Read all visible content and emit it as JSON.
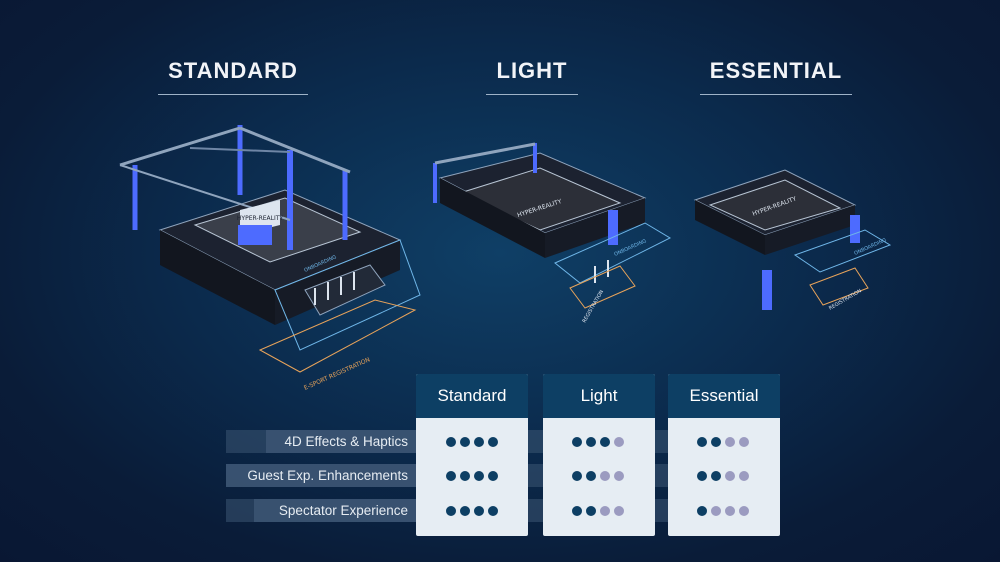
{
  "headings": {
    "standard": "STANDARD",
    "light": "LIGHT",
    "essential": "ESSENTIAL"
  },
  "stage_labels": {
    "hyper_reality": "HYPER-REALITY",
    "onboarding": "ONBOARDING",
    "esport_registration": "E-SPORT REGISTRATION",
    "registration": "REGISTRATION"
  },
  "columns": [
    {
      "label": "Standard"
    },
    {
      "label": "Light"
    },
    {
      "label": "Essential"
    }
  ],
  "rows": [
    {
      "label": "4D Effects & Haptics",
      "ratings": [
        4,
        3,
        2
      ]
    },
    {
      "label": "Guest Exp. Enhancements",
      "ratings": [
        4,
        2,
        2
      ]
    },
    {
      "label": "Spectator Experience",
      "ratings": [
        4,
        2,
        1
      ]
    }
  ],
  "rating_max": 4,
  "colors": {
    "background": "#0b2a4c",
    "card": "#e6edf3",
    "card_header": "#0d3f64",
    "dot_on": "#0d3f64",
    "dot_off": "#9b9bc0",
    "neon": "#4d6bff",
    "floor_line": "#6fb6e8",
    "registration_line": "#e8a35a"
  }
}
